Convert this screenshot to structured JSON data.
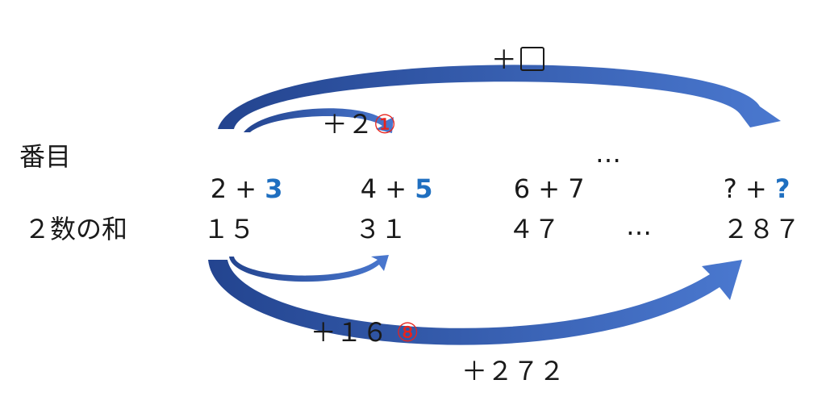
{
  "rows": {
    "term_label": "番目",
    "sum_label": "２数の和"
  },
  "terms": [
    {
      "left": "2",
      "plus": "+",
      "right": "3"
    },
    {
      "left": "4",
      "plus": "+",
      "right": "5"
    },
    {
      "left": "6",
      "plus": "+",
      "right": "7"
    },
    {
      "left": "?",
      "plus": "+",
      "right": "?"
    }
  ],
  "sums": [
    "１５",
    "３１",
    "４７",
    "２８７"
  ],
  "ellipsis": "…",
  "top_arrows": {
    "small": {
      "text": "＋２",
      "marker": "①"
    },
    "large": {
      "text": "＋"
    }
  },
  "bottom_arrows": {
    "small": {
      "text": "＋１６",
      "marker": "⑧"
    },
    "large": {
      "text": "＋２７２"
    }
  },
  "colors": {
    "arrow": "#3a62b5",
    "highlight": "#1f6fc0",
    "marker": "#e8231c"
  }
}
